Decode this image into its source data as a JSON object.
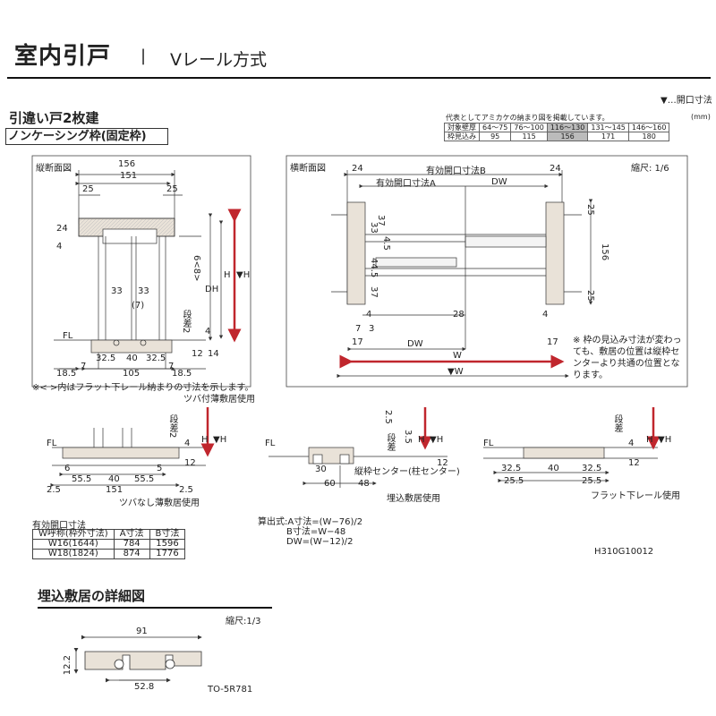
{
  "header": {
    "title": "室内引戸",
    "separator": "|",
    "subtitle": "Vレール方式"
  },
  "section": {
    "title": "引違い戸2枚建",
    "type_box": "ノンケーシング枠(固定枠)",
    "legend_open": "▼…開口寸法"
  },
  "wall_table": {
    "note": "代表としてアミカケの納まり図を掲載しています。",
    "unit": "(mm)",
    "rows": [
      {
        "label": "対象壁厚",
        "values": [
          "64～75",
          "76～100",
          "116～130",
          "131～145",
          "146～160"
        ]
      },
      {
        "label": "枠見込み",
        "values": [
          "95",
          "115",
          "156",
          "171",
          "180"
        ]
      }
    ],
    "highlight_index": 2
  },
  "vertical_section": {
    "label": "縦断面図",
    "dims": {
      "top": "156",
      "second": "151",
      "left25": "25",
      "right25": "25",
      "v24": "24",
      "v4": "4",
      "h6_8": "6<8>",
      "h": "H",
      "dh": "DH",
      "h_open": "▼H",
      "step": "段差2",
      "d4": "4",
      "d12": "12",
      "d14": "14",
      "d33a": "33",
      "d33b": "33",
      "d7": "(7)",
      "fl": "FL",
      "b7": "7",
      "b32a": "32.5",
      "b40": "40",
      "b32b": "32.5",
      "b7b": "7",
      "b18a": "18.5",
      "b105": "105",
      "b18b": "18.5"
    },
    "note": "※< >内はフラット下レール納まりの寸法を示します。"
  },
  "horizontal_section": {
    "label": "横断面図",
    "scale": "縮尺: 1/6",
    "dims": {
      "l24": "24",
      "r24": "24",
      "b_label": "有効開口寸法B",
      "a_label": "有効開口寸法A",
      "dw_top": "DW",
      "v37a": "37",
      "v33": "33",
      "v45": "4.5",
      "v445": "44.5",
      "v37b": "37",
      "r25a": "25",
      "r156": "156",
      "r25b": "25",
      "d28": "28",
      "d4a": "4",
      "d4b": "4",
      "d7": "7",
      "d3": "3",
      "d17a": "17",
      "d17b": "17",
      "dw_bottom": "DW",
      "w": "W",
      "w_open": "▼W"
    },
    "note": "※ 枠の見込み寸法が変わっても、敷居の位置は縦枠センターより共通の位置となります。"
  },
  "detail_a": {
    "caption_top": "ツバ付薄敷居使用",
    "caption_bottom": "ツバなし薄敷居使用",
    "dims": {
      "fl": "FL",
      "step": "段差2",
      "d4": "4",
      "d12": "12",
      "h": "H",
      "h_open": "▼H",
      "d6": "6",
      "d55a": "55.5",
      "d40": "40",
      "d55b": "55.5",
      "d5": "5",
      "d25a": "2.5",
      "d151": "151",
      "d25b": "2.5"
    }
  },
  "detail_b": {
    "caption": "埋込敷居使用",
    "dims": {
      "fl": "FL",
      "d25": "2.5",
      "step": "段差",
      "d35": "3.5",
      "h": "H",
      "h_open": "▼H",
      "d30": "30",
      "center": "縦枠センター(柱センター)",
      "d12": "12",
      "d60": "60",
      "d48": "48"
    }
  },
  "detail_c": {
    "caption": "フラット下レール使用",
    "dims": {
      "fl": "FL",
      "step": "段差",
      "d4": "4",
      "h": "H",
      "h_open": "▼H",
      "d12": "12",
      "d325a": "32.5",
      "d40": "40",
      "d325b": "32.5",
      "d255a": "25.5",
      "d255b": "25.5"
    }
  },
  "opening_table": {
    "label": "有効開口寸法",
    "headers": [
      "W呼称(枠外寸法)",
      "A寸法",
      "B寸法"
    ],
    "rows": [
      [
        "W16(1644)",
        "784",
        "1596"
      ],
      [
        "W18(1824)",
        "874",
        "1776"
      ]
    ]
  },
  "formulas": {
    "line1": "算出式:A寸法=(W−76)/2",
    "line2": "B寸法=W−48",
    "line3": "DW=(W−12)/2"
  },
  "product_code": "H310G10012",
  "detail_section": {
    "title": "埋込敷居の詳細図",
    "scale": "縮尺:1/3",
    "d91": "91",
    "d122": "12.2",
    "d528": "52.8",
    "code": "TO-5R781"
  },
  "colors": {
    "arrow_red": "#c0262d",
    "wood": "#e9e2d8",
    "line": "#333333"
  }
}
